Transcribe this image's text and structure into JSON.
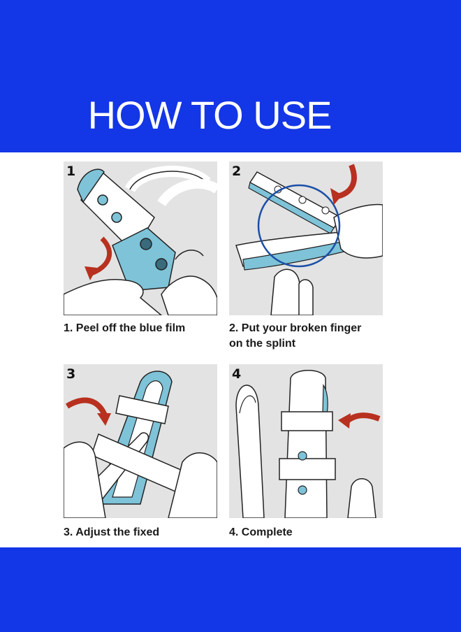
{
  "header": {
    "title": "HOW TO USE"
  },
  "steps": [
    {
      "number": "1",
      "caption": "1. Peel off the blue film"
    },
    {
      "number": "2",
      "caption_line1": "2. Put your broken finger",
      "caption_line2": "on the splint"
    },
    {
      "number": "3",
      "caption": "3. Adjust the fixed"
    },
    {
      "number": "4",
      "caption": "4. Complete"
    }
  ],
  "colors": {
    "band": "#1336e6",
    "splint_blue": "#7ec3d8",
    "arrow_red": "#b8301f",
    "panel_bg": "#e3e3e3"
  }
}
